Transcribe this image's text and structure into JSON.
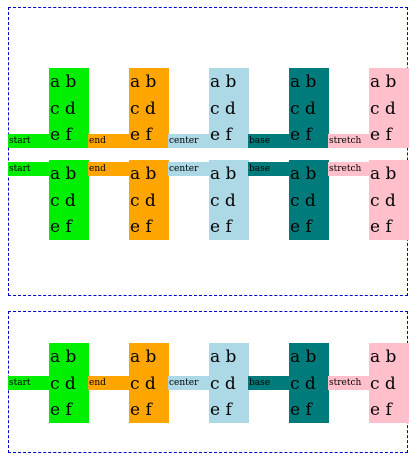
{
  "colors": {
    "start": "#00ee00",
    "end": "#ffa500",
    "center": "#add8e6",
    "base": "#007b7b",
    "stretch": "#ffc0cb",
    "border": "#0000cc"
  },
  "labels": {
    "start": "start",
    "end": "end",
    "center": "center",
    "base": "base",
    "stretch": "stretch"
  },
  "block_lines": [
    "a b",
    "c d",
    "e f"
  ]
}
